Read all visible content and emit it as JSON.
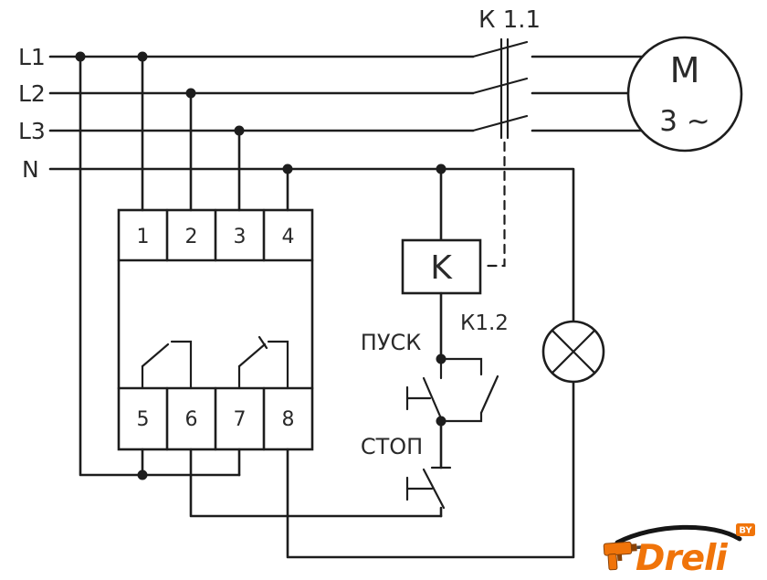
{
  "diagram": {
    "power_lines": [
      "L1",
      "L2",
      "L3",
      "N"
    ],
    "contactor_main_label": "К 1.1",
    "contactor_aux_label": "К1.2",
    "motor_letter": "М",
    "motor_phase": "3 ~",
    "coil_letter": "K",
    "start_button_label": "ПУСК",
    "stop_button_label": "СТОП",
    "module_terminals_top": [
      "1",
      "2",
      "3",
      "4"
    ],
    "module_terminals_bottom": [
      "5",
      "6",
      "7",
      "8"
    ]
  },
  "logo": {
    "brand": "Dreli",
    "badge": "BY"
  },
  "colors": {
    "wire": "#1d1d1d",
    "background": "#ffffff",
    "brand_orange": "#f0740a",
    "swoosh": "#161616"
  }
}
